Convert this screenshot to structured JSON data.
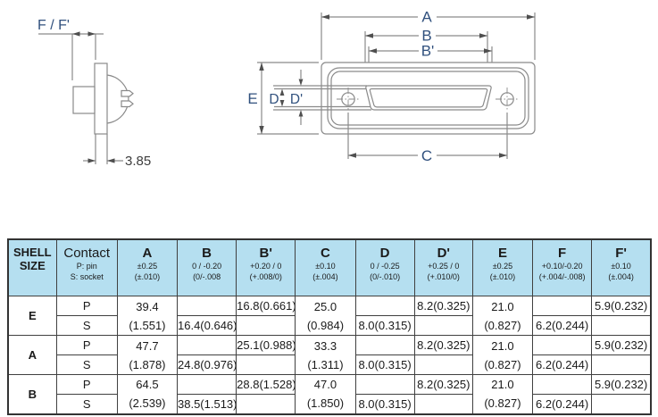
{
  "colors": {
    "header_bg": "#b5dff0",
    "label_navy": "#31517e",
    "line_gray": "#8a8a8a",
    "arrow_dark": "#4f4f4f"
  },
  "diagram": {
    "side_view": {
      "dim_label": "F / F'",
      "thickness_label": "3.85"
    },
    "front_view": {
      "label_a": "A",
      "label_b": "B",
      "label_b_prime": "B'",
      "label_c": "C",
      "label_d": "D",
      "label_d_prime": "D'",
      "label_e": "E"
    }
  },
  "table": {
    "header": {
      "shell_size_line1": "SHELL",
      "shell_size_line2": "SIZE",
      "contact_label": "Contact",
      "contact_sub1": "P: pin",
      "contact_sub2": "S: socket",
      "columns": [
        {
          "label": "A",
          "tol_mm": "±0.25",
          "tol_in": "(±.010)"
        },
        {
          "label": "B",
          "tol_mm": "0 / -0.20",
          "tol_in": "(0/-.008"
        },
        {
          "label": "B'",
          "tol_mm": "+0.20 / 0",
          "tol_in": "(+.008/0)"
        },
        {
          "label": "C",
          "tol_mm": "±0.10",
          "tol_in": "(±.004)"
        },
        {
          "label": "D",
          "tol_mm": "0 / -0.25",
          "tol_in": "(0/-.010)"
        },
        {
          "label": "D'",
          "tol_mm": "+0.25 / 0",
          "tol_in": "(+.010/0)"
        },
        {
          "label": "E",
          "tol_mm": "±0.25",
          "tol_in": "(±.010)"
        },
        {
          "label": "F",
          "tol_mm": "+0.10/-0.20",
          "tol_in": "(+.004/-.008)"
        },
        {
          "label": "F'",
          "tol_mm": "±0.10",
          "tol_in": "(±.004)"
        }
      ]
    },
    "rows": [
      {
        "shell": "E",
        "contact_p": "P",
        "contact_s": "S",
        "A_mm": "39.4",
        "A_in": "(1.551)",
        "B": "16.4(0.646)",
        "B_prime": "16.8(0.661)",
        "C_mm": "25.0",
        "C_in": "(0.984)",
        "D": "8.0(0.315)",
        "D_prime": "8.2(0.325)",
        "E_mm": "21.0",
        "E_in": "(0.827)",
        "F": "6.2(0.244)",
        "F_prime": "5.9(0.232)"
      },
      {
        "shell": "A",
        "contact_p": "P",
        "contact_s": "S",
        "A_mm": "47.7",
        "A_in": "(1.878)",
        "B": "24.8(0.976)",
        "B_prime": "25.1(0.988)",
        "C_mm": "33.3",
        "C_in": "(1.311)",
        "D": "8.0(0.315)",
        "D_prime": "8.2(0.325)",
        "E_mm": "21.0",
        "E_in": "(0.827)",
        "F": "6.2(0.244)",
        "F_prime": "5.9(0.232)"
      },
      {
        "shell": "B",
        "contact_p": "P",
        "contact_s": "S",
        "A_mm": "64.5",
        "A_in": "(2.539)",
        "B": "38.5(1.513)",
        "B_prime": "28.8(1.528)",
        "C_mm": "47.0",
        "C_in": "(1.850)",
        "D": "8.0(0.315)",
        "D_prime": "8.2(0.325)",
        "E_mm": "21.0",
        "E_in": "(0.827)",
        "F": "6.2(0.244)",
        "F_prime": "5.9(0.232)"
      }
    ]
  }
}
